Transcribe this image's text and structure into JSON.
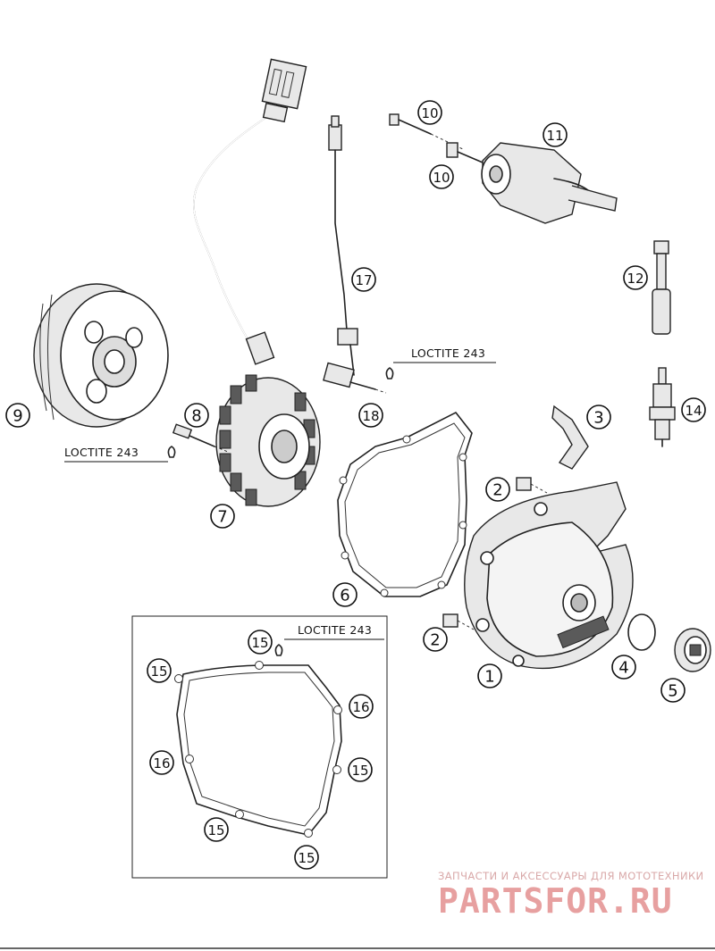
{
  "callouts": [
    {
      "id": "c1",
      "label": "1"
    },
    {
      "id": "c2a",
      "label": "2"
    },
    {
      "id": "c2b",
      "label": "2"
    },
    {
      "id": "c3",
      "label": "3"
    },
    {
      "id": "c4",
      "label": "4"
    },
    {
      "id": "c5",
      "label": "5"
    },
    {
      "id": "c6",
      "label": "6"
    },
    {
      "id": "c7",
      "label": "7"
    },
    {
      "id": "c8",
      "label": "8"
    },
    {
      "id": "c9",
      "label": "9"
    },
    {
      "id": "c10a",
      "label": "10"
    },
    {
      "id": "c10b",
      "label": "10"
    },
    {
      "id": "c11",
      "label": "11"
    },
    {
      "id": "c12",
      "label": "12"
    },
    {
      "id": "c14",
      "label": "14"
    },
    {
      "id": "c17",
      "label": "17"
    },
    {
      "id": "c18",
      "label": "18"
    },
    {
      "id": "c15a",
      "label": "15"
    },
    {
      "id": "c15b",
      "label": "15"
    },
    {
      "id": "c15c",
      "label": "15"
    },
    {
      "id": "c15d",
      "label": "15"
    },
    {
      "id": "c15e",
      "label": "15"
    },
    {
      "id": "c16a",
      "label": "16"
    },
    {
      "id": "c16b",
      "label": "16"
    }
  ],
  "notes": {
    "loctite_flywheel": "LOCTITE 243",
    "loctite_sensor": "LOCTITE 243",
    "loctite_gasket": "LOCTITE 243"
  },
  "watermark": {
    "caption": "ЗАПЧАСТИ И АКСЕССУАРЫ ДЛЯ МОТОТЕХНИКИ",
    "brand": "PARTSFOR.RU"
  },
  "colors": {
    "line": "#222222",
    "watermark": "#e7a0a0"
  }
}
